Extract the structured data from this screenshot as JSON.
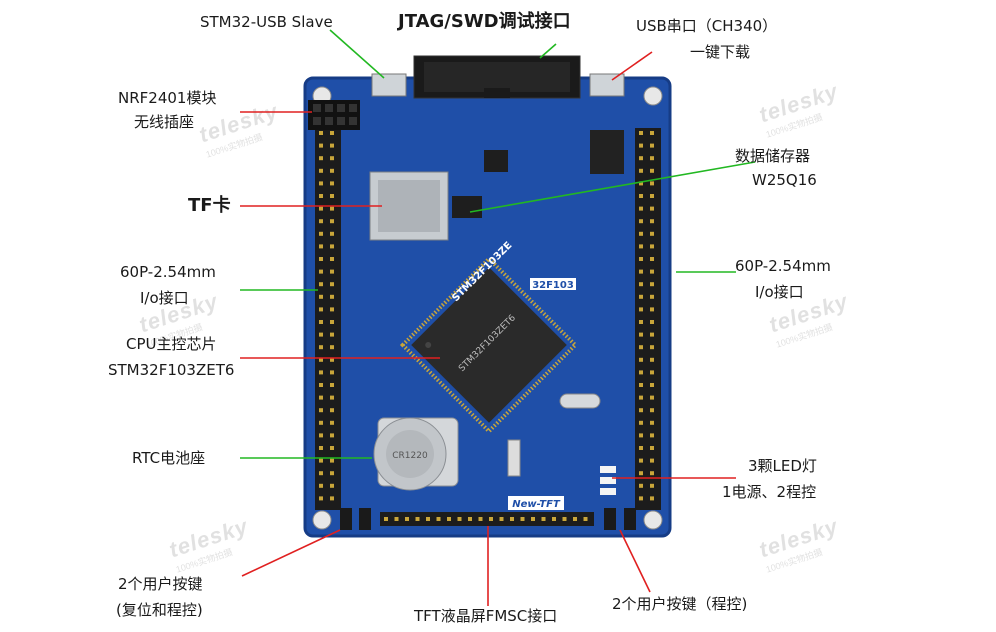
{
  "colors": {
    "board": "#1f4fa8",
    "board_dark": "#163c86",
    "silk": "#ffffff",
    "red_line": "#e02020",
    "green_line": "#22b822",
    "header": "#1c1c1c",
    "pin": "#c9a63a"
  },
  "watermark": {
    "brand": "telesky",
    "sub": "100%实物拍摄"
  },
  "labels": {
    "stm32_usb": "STM32-USB Slave",
    "jtag": "JTAG/SWD调试接口",
    "usb_serial_1": "USB串口（CH340）",
    "usb_serial_2": "一键下载",
    "nrf_1": "NRF2401模块",
    "nrf_2": "无线插座",
    "flash_1": "数据储存器",
    "flash_2": "W25Q16",
    "tf": "TF卡",
    "io_left_1": "60P-2.54mm",
    "io_left_2": "I/o接口",
    "io_right_1": "60P-2.54mm",
    "io_right_2": "I/o接口",
    "cpu_1": "CPU主控芯片",
    "cpu_2": "STM32F103ZET6",
    "rtc": "RTC电池座",
    "led_1": "3颗LED灯",
    "led_2": "1电源、2程控",
    "btn_left_1": "2个用户按键",
    "btn_left_2": "(复位和程控)",
    "tft": "TFT液晶屏FMSC接口",
    "btn_right": "2个用户按键（程控)"
  },
  "board": {
    "chip_marking": "STM32F103ZE",
    "chip_text": "STM32F103ZET6",
    "model": "32F103",
    "tft_label": "New-TFT",
    "battery_text": "CR1220"
  }
}
